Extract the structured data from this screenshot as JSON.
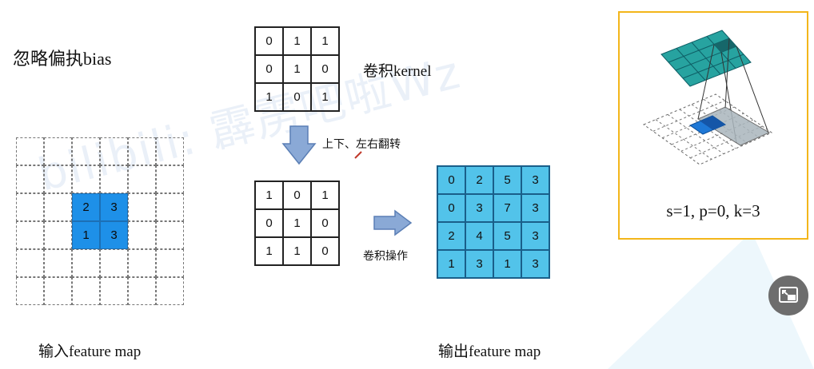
{
  "title": {
    "zh": "忽略偏执",
    "en": "bias"
  },
  "kernel": {
    "label_zh": "卷积",
    "label_en": "kernel",
    "values": [
      [
        0,
        1,
        1
      ],
      [
        0,
        1,
        0
      ],
      [
        1,
        0,
        1
      ]
    ]
  },
  "flip_label": "上下、左右翻转",
  "flipped_kernel": [
    [
      1,
      0,
      1
    ],
    [
      0,
      1,
      0
    ],
    [
      1,
      1,
      0
    ]
  ],
  "conv_label": "卷积操作",
  "input_map": {
    "label_zh": "输入",
    "label_en": "feature map",
    "rows": 6,
    "cols": 6,
    "filled": [
      [
        "",
        "",
        "",
        "",
        "",
        ""
      ],
      [
        "",
        "",
        "",
        "",
        "",
        ""
      ],
      [
        "",
        "",
        "2",
        "3",
        "",
        ""
      ],
      [
        "",
        "",
        "1",
        "3",
        "",
        ""
      ],
      [
        "",
        "",
        "",
        "",
        "",
        ""
      ],
      [
        "",
        "",
        "",
        "",
        "",
        ""
      ]
    ]
  },
  "output_map": {
    "label_zh": "输出",
    "label_en": "feature map",
    "values": [
      [
        0,
        2,
        5,
        3
      ],
      [
        0,
        3,
        7,
        3
      ],
      [
        2,
        4,
        5,
        3
      ],
      [
        1,
        3,
        1,
        3
      ]
    ]
  },
  "animation_caption": "s=1, p=0, k=3",
  "watermark": "bilibili: 霹雳吧啦Wz",
  "colors": {
    "input_fill": "#1e90e8",
    "output_fill": "#52c3ea",
    "frame_border": "#f3b61a",
    "arrow_fill": "#8aa9d6"
  },
  "icons": {
    "pip": "picture-in-picture-exit-icon",
    "down_arrow": "down-arrow-icon",
    "right_arrow": "right-arrow-icon"
  }
}
